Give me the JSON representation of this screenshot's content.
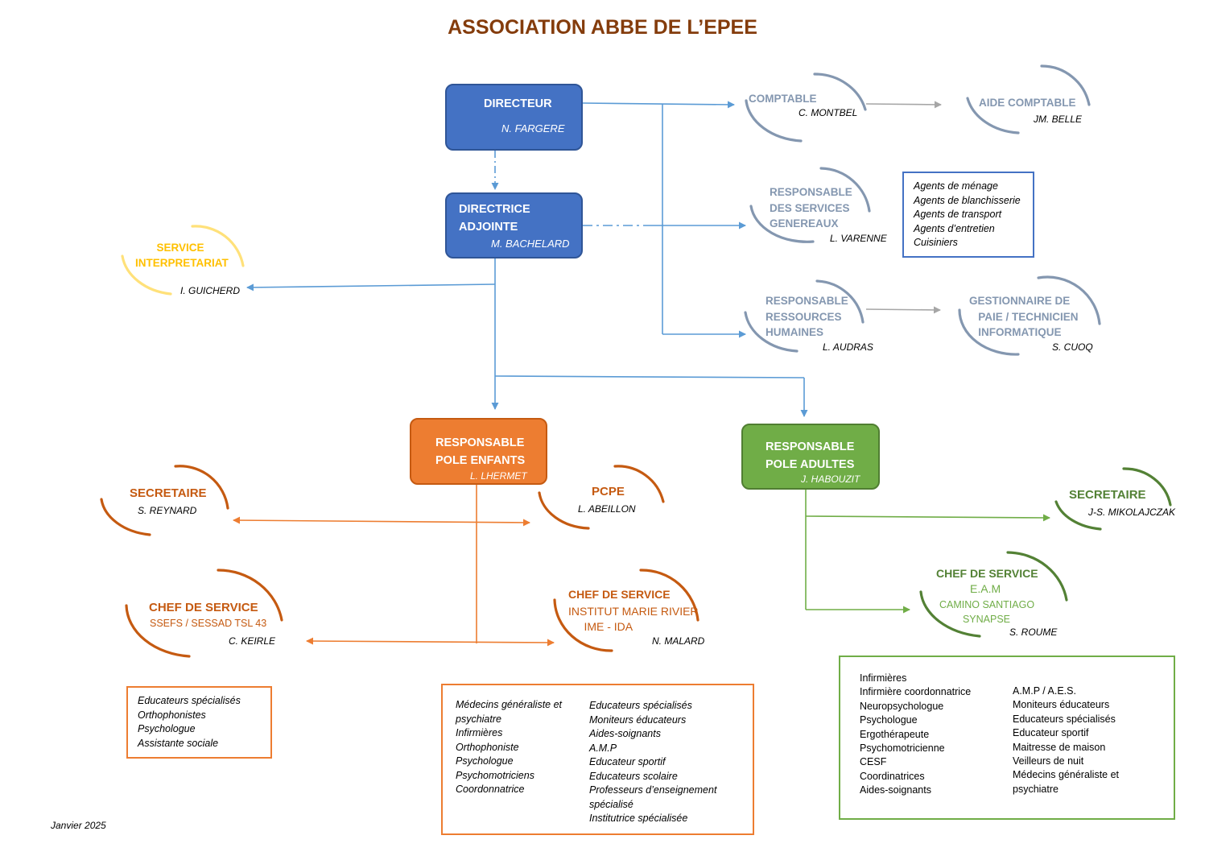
{
  "title": "ASSOCIATION ABBE DE L’EPEE",
  "date": "Janvier 2025",
  "directeur": {
    "title": "DIRECTEUR",
    "name": "N. FARGERE"
  },
  "directrice_adjointe": {
    "title": "DIRECTRICE\nADJOINTE",
    "name": "M. BACHELARD"
  },
  "comptable": {
    "title": "COMPTABLE",
    "name": "C. MONTBEL"
  },
  "aide_comptable": {
    "title": "AIDE COMPTABLE",
    "name": "JM. BELLE"
  },
  "services_generaux": {
    "title": "RESPONSABLE\nDES SERVICES\nGENEREAUX",
    "name": "L. VARENNE"
  },
  "agents": [
    "Agents de ménage",
    "Agents de blanchisserie",
    "Agents de transport",
    "Agents d’entretien",
    "Cuisiniers"
  ],
  "ressources_humaines": {
    "title": "RESPONSABLE\nRESSOURCES\nHUMAINES",
    "name": "L. AUDRAS"
  },
  "gestionnaire_paie": {
    "title": "GESTIONNAIRE DE\n   PAIE / TECHNICIEN\n   INFORMATIQUE",
    "name": "S. CUOQ"
  },
  "interpretariat": {
    "title": "SERVICE\nINTERPRETARIAT",
    "name": "I. GUICHERD"
  },
  "pole_enfants": {
    "title": "RESPONSABLE\nPOLE ENFANTS",
    "name": "L. LHERMET"
  },
  "pole_adultes": {
    "title": "RESPONSABLE\nPOLE ADULTES",
    "name": "J. HABOUZIT"
  },
  "secretaire_enfants": {
    "title": "SECRETAIRE",
    "name": "S. REYNARD"
  },
  "pcpe": {
    "title": "PCPE",
    "name": "L. ABEILLON"
  },
  "chef_ssefs": {
    "title": "CHEF DE SERVICE",
    "sub": "SSEFS / SESSAD TSL 43",
    "name": "C. KEIRLE"
  },
  "chef_ime": {
    "title": "CHEF DE SERVICE",
    "sub": "INSTITUT MARIE RIVIER\n     IME - IDA",
    "name": "N. MALARD"
  },
  "secretaire_adultes": {
    "title": "SECRETAIRE",
    "name": "J-S. MIKOLAJCZAK"
  },
  "chef_eam": {
    "title": "CHEF DE SERVICE",
    "sub_main": "E.A.M",
    "sub": "CAMINO SANTIAGO\nSYNAPSE",
    "name": "S. ROUME"
  },
  "staff_ssefs": [
    "Educateurs spécialisés",
    "Orthophonistes",
    "Psychologue",
    "Assistante sociale"
  ],
  "staff_ime_col1": [
    "Médecins généraliste et",
    "psychiatre",
    "Infirmières",
    "Orthophoniste",
    "Psychologue",
    "Psychomotriciens",
    "Coordonnatrice"
  ],
  "staff_ime_col2": [
    "Educateurs spécialisés",
    "Moniteurs éducateurs",
    "Aides-soignants",
    "A.M.P",
    "Educateur sportif",
    "Educateurs scolaire",
    "Professeurs d’enseignement",
    "spécialisé",
    "Institutrice spécialisée"
  ],
  "staff_eam_col1": [
    "Infirmières",
    "Infirmière coordonnatrice",
    "Neuropsychologue",
    "Psychologue",
    "Ergothérapeute",
    "Psychomotricienne",
    "CESF",
    "Coordinatrices",
    "Aides-soignants"
  ],
  "staff_eam_col2": [
    "A.M.P / A.E.S.",
    "Moniteurs éducateurs",
    "Educateurs spécialisés",
    "Educateur sportif",
    "Maitresse de maison",
    "Veilleurs de nuit",
    "Médecins généraliste et",
    "psychiatre"
  ],
  "colors": {
    "title": "#843c0c",
    "blue": "#4472c4",
    "orange": "#ed7d31",
    "green": "#70ad47",
    "gray": "#8497b0",
    "yellow": "#ffc000",
    "line_blue": "#5b9bd5"
  }
}
